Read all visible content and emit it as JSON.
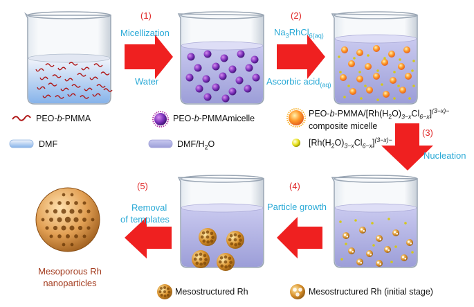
{
  "steps": [
    {
      "num": "(1)",
      "label": "Micellization",
      "sublabel": "Water"
    },
    {
      "num": "(2)",
      "label_main": "Na",
      "label_sub": "3",
      "label_rest": "RhCl",
      "label_sub2": "6(aq)",
      "sublabel_main": "Ascorbic acid",
      "sublabel_sub": "(aq)"
    },
    {
      "num": "(3)",
      "label": "Nucleation"
    },
    {
      "num": "(4)",
      "label": "Particle growth"
    },
    {
      "num": "(5)",
      "label_line1": "Removal",
      "label_line2": "of templates"
    }
  ],
  "product": {
    "line1": "Mesoporous Rh",
    "line2": "nanoparticles"
  },
  "legend": {
    "polymer": {
      "pre": "PEO-",
      "em": "b",
      "post": "-PMMA"
    },
    "dmf": "DMF",
    "micelle": {
      "pre": "PEO-",
      "em": "b",
      "post": "-PMMAmicelle"
    },
    "dmf_h2o": {
      "pre": "DMF/H",
      "sub": "2",
      "post": "O"
    },
    "composite": {
      "line1_pre": "PEO-",
      "line1_em": "b",
      "line1_mid": "-PMMA/[Rh(H",
      "line1_sub1": "2",
      "line1_mid2": "O)",
      "line1_sub2": "3−x",
      "line1_mid3": "Cl",
      "line1_sub3": "6−x",
      "line1_mid4": "]",
      "line1_sup": "(3−x)−",
      "line2": "composite micelle"
    },
    "rh_complex": {
      "pre": "[Rh(H",
      "sub1": "2",
      "mid": "O)",
      "sub2": "3−x",
      "mid2": "Cl",
      "sub3": "6−x",
      "mid3": "]",
      "sup": "(3−x)−"
    },
    "meso_rh": "Mesostructured Rh",
    "meso_rh_initial": "Mesostructured Rh (initial stage)"
  },
  "colors": {
    "arrow_red": "#ef2020",
    "label_cyan": "#29a9d6",
    "step_red": "#e02a2a",
    "product_brown": "#a33b1e",
    "liquid_blue": "#8fb8ea",
    "liquid_purple": "#a6a6dc",
    "micelle_purple": "#6a2aa8",
    "rh_gold": "#d9912c"
  }
}
